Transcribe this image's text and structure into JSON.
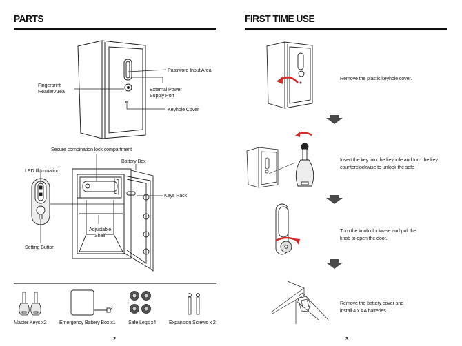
{
  "left_page": {
    "title": "PARTS",
    "page_number": "2",
    "labels": {
      "password_input_area": "Password Input Area",
      "fingerprint_reader_area_1": "Fingerprint",
      "fingerprint_reader_area_2": "Reader Area",
      "external_power_1": "External Power",
      "external_power_2": "Supply Port",
      "keyhole_cover": "Keyhole Cover",
      "secure_compartment": "Secure combination lock compartment",
      "battery_box": "Battery Box",
      "led_illumination": "LED Illumination",
      "keys_rack": "Keys Rack",
      "adjustable_shelf_1": "Adjustable",
      "adjustable_shelf_2": "Shelf",
      "setting_button": "Setting Button"
    },
    "accessories": [
      {
        "icon": "master-keys-icon",
        "label": "Master Keys x2"
      },
      {
        "icon": "emergency-battery-box-icon",
        "label": "Emergency Battery Box x1"
      },
      {
        "icon": "safe-legs-icon",
        "label": "Safe Legs x4"
      },
      {
        "icon": "expansion-screws-icon",
        "label": "Expansion Screws x 2"
      }
    ]
  },
  "right_page": {
    "title": "FIRST TIME USE",
    "page_number": "3",
    "steps": [
      {
        "line1": "Remove the plastic keyhole cover.",
        "line2": ""
      },
      {
        "line1": "Insert the key into the keyhole and turn the key",
        "line2": "counterclockwise to unlock the safe"
      },
      {
        "line1": "Turn the knob clockwise and pull the",
        "line2": "knob to open the door."
      },
      {
        "line1": "Remove the battery cover and",
        "line2": "install 4 x AA batteries."
      }
    ]
  },
  "colors": {
    "accent_red": "#d42b2b",
    "arrow_gray": "#4a4a4a",
    "line": "#222222"
  }
}
